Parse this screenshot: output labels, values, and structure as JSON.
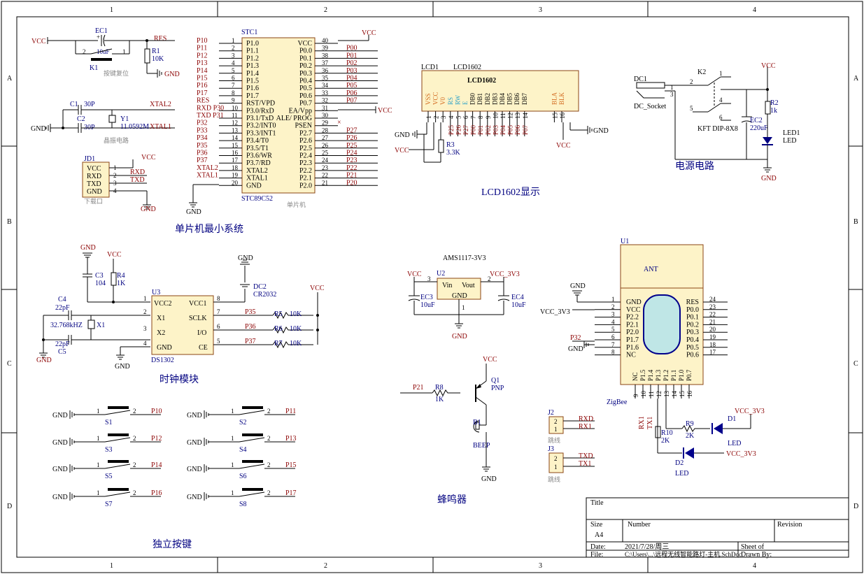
{
  "border": {
    "cols": [
      "1",
      "2",
      "3",
      "4"
    ],
    "rows": [
      "A",
      "B",
      "C",
      "D"
    ]
  },
  "section_titles": {
    "mcu": "单片机最小系统",
    "lcd": "LCD1602显示",
    "power": "电源电路",
    "clock": "时钟模块",
    "buzzer": "蜂鸣器",
    "keys": "独立按键",
    "mcu_small": "单片机",
    "reset_caption": "按键复位",
    "crystal_caption": "晶振电路",
    "download_caption": "下载口"
  },
  "nets": {
    "vcc": "VCC",
    "gnd": "GND",
    "res": "RES",
    "xtal1": "XTAL1",
    "xtal2": "XTAL2",
    "rxd": "RXD",
    "txd": "TXD",
    "rx1": "RX1",
    "tx1": "TX1",
    "vcc33": "VCC_3V3",
    "p21": "P21",
    "p32": "P32",
    "p35": "P35",
    "p36": "P36",
    "p37": "P37"
  },
  "reset": {
    "ec1": "EC1",
    "ec1_val": "10uF",
    "r1": "R1",
    "r1_val": "10K",
    "k1": "K1",
    "pin1": "1",
    "pin2": "2"
  },
  "crystal": {
    "c1": "C1",
    "c1_val": "30P",
    "c2": "C2",
    "c2_val": "30P",
    "y1": "Y1",
    "y1_val": "11.0592M"
  },
  "download": {
    "ref": "JD1",
    "pins": [
      "VCC",
      "RXD",
      "TXD",
      "GND"
    ],
    "nums": [
      "1",
      "2",
      "3",
      "4"
    ]
  },
  "mcu": {
    "ref": "STC1",
    "part": "STC89C52",
    "left_nets": [
      "P10",
      "P11",
      "P12",
      "P13",
      "P14",
      "P15",
      "P16",
      "P17",
      "RES",
      "RXD P30",
      "TXD P31",
      "P32",
      "P33",
      "P34",
      "P35",
      "P36",
      "P37",
      "XTAL2",
      "XTAL1",
      ""
    ],
    "left_nums": [
      "1",
      "2",
      "3",
      "4",
      "5",
      "6",
      "7",
      "8",
      "9",
      "10",
      "11",
      "12",
      "13",
      "14",
      "15",
      "16",
      "17",
      "18",
      "19",
      "20"
    ],
    "left_pins": [
      "P1.0",
      "P1.1",
      "P1.2",
      "P1.3",
      "P1.4",
      "P1.5",
      "P1.6",
      "P1.7",
      "RST/VPD",
      "P3.0/RxD",
      "P3.1/TxD",
      "P3.2/INT0",
      "P3.3/INT1",
      "P3.4/T0",
      "P3.5/T1",
      "P3.6/WR",
      "P3.7/RD",
      "XTAL2",
      "XTAL1",
      "GND"
    ],
    "right_pins": [
      "VCC",
      "P0.0",
      "P0.1",
      "P0.2",
      "P0.3",
      "P0.4",
      "P0.5",
      "P0.6",
      "P0.7",
      "EA/Vpp",
      "ALE/ PROG",
      "PSEN",
      "P2.7",
      "P2.6",
      "P2.5",
      "P2.4",
      "P2.3",
      "P2.2",
      "P2.1",
      "P2.0"
    ],
    "right_nums": [
      "40",
      "39",
      "38",
      "37",
      "36",
      "35",
      "34",
      "33",
      "32",
      "31",
      "30",
      "29",
      "28",
      "27",
      "26",
      "25",
      "24",
      "23",
      "22",
      "21"
    ],
    "right_nets": [
      "",
      "P00",
      "P01",
      "P02",
      "P03",
      "P04",
      "P05",
      "P06",
      "P07",
      "",
      "",
      "",
      "P27",
      "P26",
      "P25",
      "P24",
      "P23",
      "P22",
      "P21",
      "P20"
    ]
  },
  "lcd": {
    "ref": "LCD1",
    "part": "LCD1602",
    "title": "LCD1602",
    "pins": [
      "VSS",
      "VCC",
      "V0",
      "RS",
      "RW",
      "E",
      "DB0",
      "DB1",
      "DB2",
      "DB3",
      "DB4",
      "DB5",
      "DB6",
      "DB7",
      "BLA",
      "BLK"
    ],
    "nums": [
      "1",
      "2",
      "3",
      "4",
      "5",
      "6",
      "7",
      "8",
      "9",
      "10",
      "11",
      "12",
      "13",
      "14",
      "15",
      "16"
    ],
    "nets": [
      "",
      "",
      "",
      "P25",
      "P26",
      "P27",
      "P00",
      "P01",
      "P02",
      "P03",
      "P04",
      "P05",
      "P06",
      "P07",
      "",
      ""
    ],
    "r3": "R3",
    "r3_val": "3.3K"
  },
  "power": {
    "dc1": "DC1",
    "dc_socket": "DC_Socket",
    "k2": "K2",
    "k2_part": "KFT DIP-8X8",
    "ec2": "EC2",
    "ec2_val": "220uF",
    "r2": "R2",
    "r2_val": "1k",
    "led1": "LED1",
    "led": "LED",
    "pins": [
      "1",
      "2",
      "3",
      "4",
      "5",
      "6"
    ]
  },
  "clock": {
    "ref": "U3",
    "part": "DS1302",
    "c3": "C3",
    "c3_val": "104",
    "r4": "R4",
    "r4_val": "1K",
    "c4": "C4",
    "c4_val": "22pF",
    "c5": "C5",
    "c5_val": "22pF",
    "x1": "X1",
    "x1_val": "32.768kHZ",
    "dc2": "DC2",
    "dc2_val": "CR2032",
    "left_pins": [
      "VCC2",
      "X1",
      "X2",
      "GND"
    ],
    "left_nums": [
      "1",
      "2",
      "3",
      "4"
    ],
    "right_pins": [
      "VCC1",
      "SCLK",
      "I/O",
      "CE"
    ],
    "right_nums": [
      "8",
      "7",
      "6",
      "5"
    ],
    "r5": "R5",
    "r6": "R6",
    "r7": "R7",
    "r_val": "10K"
  },
  "regulator": {
    "title": "AMS1117-3V3",
    "ref": "U2",
    "vin": "Vin",
    "vout": "Vout",
    "gnd": "GND",
    "pin3": "3",
    "pin2": "2",
    "pin1": "1",
    "ec3": "EC3",
    "ec3_val": "10uF",
    "ec4": "EC4",
    "ec4_val": "10uF"
  },
  "buzzer": {
    "q1": "Q1",
    "q1_type": "PNP",
    "r8": "R8",
    "r8_val": "1K",
    "b1": "B1",
    "b1_type": "BEEP"
  },
  "zigbee": {
    "ref": "U1",
    "ant": "ANT",
    "label": "ZigBee",
    "left_pins": [
      "GND",
      "VCC",
      "P2.2",
      "P2.1",
      "P2.0",
      "P1.7",
      "P1.6",
      "NC"
    ],
    "left_nums": [
      "1",
      "2",
      "3",
      "4",
      "5",
      "6",
      "7",
      "8"
    ],
    "right_pins": [
      "RES",
      "P0.0",
      "P0.1",
      "P0.2",
      "P0.3",
      "P0.4",
      "P0.5",
      "P0.6"
    ],
    "right_nums": [
      "24",
      "23",
      "22",
      "21",
      "20",
      "19",
      "18",
      "17"
    ],
    "bottom_pins": [
      "NC",
      "P1.5",
      "P1.4",
      "P1.3",
      "P1.2",
      "P1.1",
      "P1.0",
      "P0.7"
    ],
    "bottom_nums": [
      "9",
      "10",
      "11",
      "12",
      "13",
      "14",
      "15",
      "16"
    ],
    "r9": "R9",
    "r9_val": "2K",
    "r10": "R10",
    "r10_val": "2K",
    "d1": "D1",
    "d2": "D2",
    "led": "LED",
    "j2": "J2",
    "j3": "J3",
    "jumper": "跳线",
    "j_nums": [
      "2",
      "1"
    ]
  },
  "keys": {
    "refs": [
      "S1",
      "S2",
      "S3",
      "S4",
      "S5",
      "S6",
      "S7",
      "S8"
    ],
    "nets": [
      "P10",
      "P11",
      "P12",
      "P13",
      "P14",
      "P15",
      "P16",
      "P17"
    ],
    "pin1": "1",
    "pin2": "2"
  },
  "titleblock": {
    "title": "Title",
    "size_label": "Size",
    "size": "A4",
    "number": "Number",
    "revision": "Revision",
    "date_label": "Date:",
    "date": "2021/7/28/周三",
    "file_label": "File:",
    "file": "C:\\Users\\...\\远程无线智能路灯-主机.SchDoc",
    "sheet": "Sheet    of",
    "drawn": "Drawn By:"
  }
}
